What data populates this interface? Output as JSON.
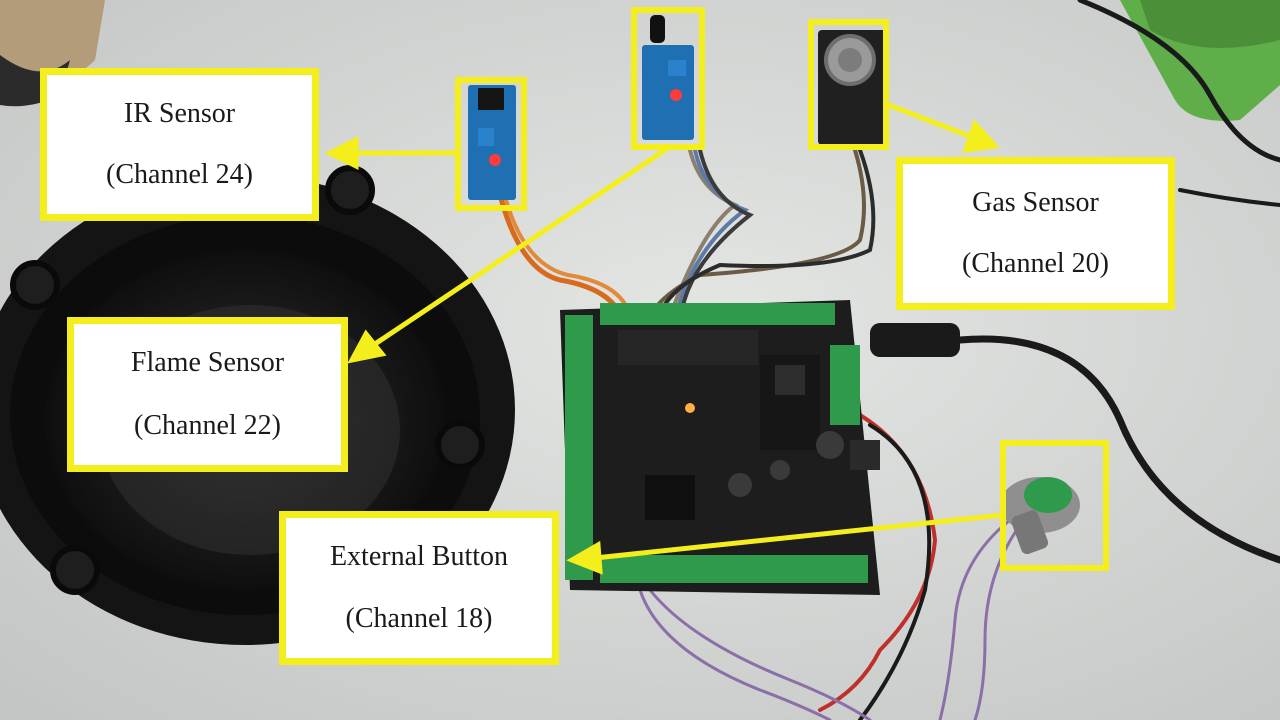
{
  "colors": {
    "highlight": "#f4ef1c",
    "board": "#1d1d1d",
    "terminal": "#2f9a4c",
    "background": "#d6d8d6"
  },
  "labels": {
    "ir": {
      "name": "IR Sensor",
      "channel": "(Channel 24)"
    },
    "flame": {
      "name": "Flame Sensor",
      "channel": "(Channel 22)"
    },
    "gas": {
      "name": "Gas Sensor",
      "channel": "(Channel 20)"
    },
    "button": {
      "name": "External Button",
      "channel": "(Channel 18)"
    }
  }
}
